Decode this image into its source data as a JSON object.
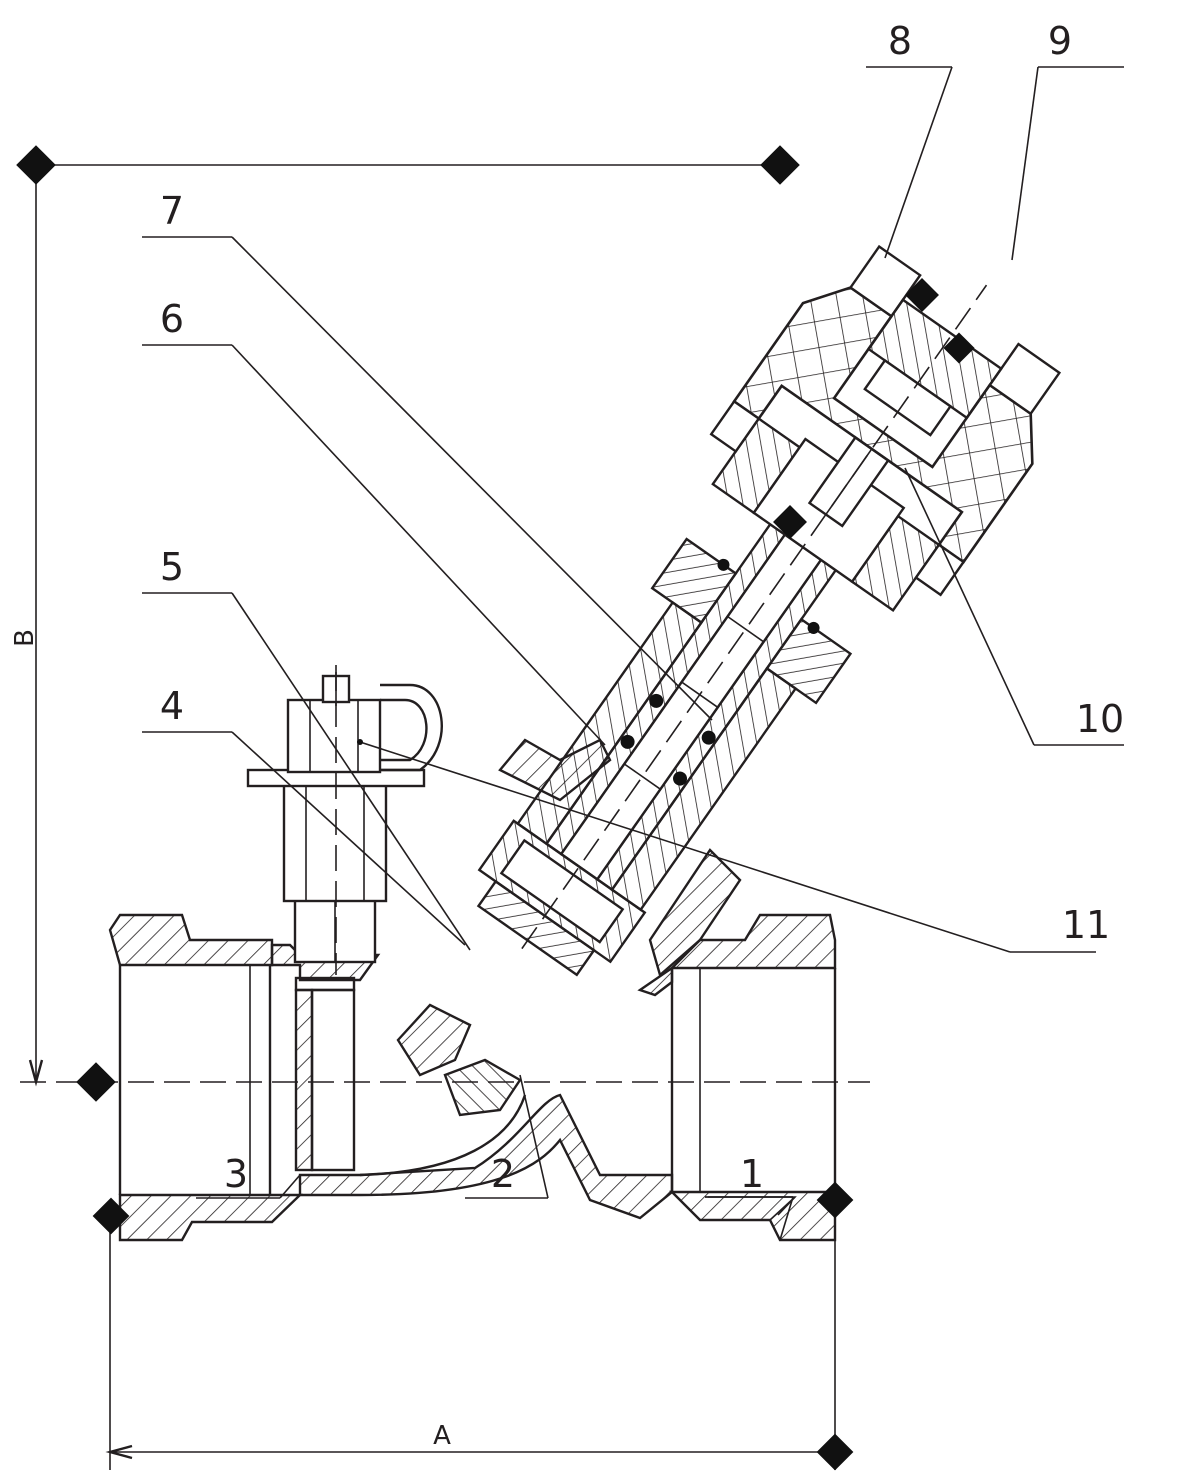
{
  "callouts": [
    {
      "id": "1",
      "text": "1"
    },
    {
      "id": "2",
      "text": "2"
    },
    {
      "id": "3",
      "text": "3"
    },
    {
      "id": "4",
      "text": "4"
    },
    {
      "id": "5",
      "text": "5"
    },
    {
      "id": "6",
      "text": "6"
    },
    {
      "id": "7",
      "text": "7"
    },
    {
      "id": "8",
      "text": "8"
    },
    {
      "id": "9",
      "text": "9"
    },
    {
      "id": "10",
      "text": "10"
    },
    {
      "id": "11",
      "text": "11"
    }
  ],
  "dimensions": {
    "width_label": "A",
    "height_label": "B"
  }
}
